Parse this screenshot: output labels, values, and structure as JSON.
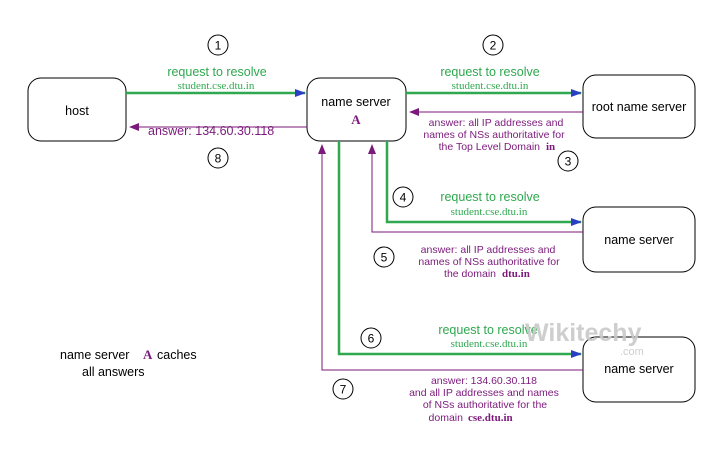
{
  "nodes": {
    "host": "host",
    "ns_a_line1": "name server",
    "ns_a_letter": "A",
    "root": "root name server",
    "tld": "name server",
    "auth": "name server"
  },
  "steps": {
    "s1": "1",
    "s2": "2",
    "s3": "3",
    "s4": "4",
    "s5": "5",
    "s6": "6",
    "s7": "7",
    "s8": "8"
  },
  "messages": {
    "m1_line1": "request to resolve",
    "m1_line2": "student.cse.dtu.in",
    "m2_line1": "request to resolve",
    "m2_line2": "student.cse.dtu.in",
    "m3_line1": "answer: all IP addresses and",
    "m3_line2": "names of NSs authoritative for",
    "m3_line3": "the Top Level Domain",
    "m3_tld": "in",
    "m4_line1": "request to resolve",
    "m4_line2": "student.cse.dtu.in",
    "m5_line1": "answer: all IP addresses and",
    "m5_line2": "names of NSs authoritative for",
    "m5_line3": "the domain",
    "m5_domain": "dtu.in",
    "m6_line1": "request to resolve",
    "m6_line2": "student.cse.dtu.in",
    "m7_line1": "answer: 134.60.30.118",
    "m7_line2": "and all IP addresses and names",
    "m7_line3": "of NSs authoritative for the",
    "m7_line4": "domain",
    "m7_domain": "cse.dtu.in",
    "m8": "answer: 134.60.30.118"
  },
  "note": {
    "prefix": "name server",
    "letter": "A",
    "suffix": "caches",
    "line2": "all answers"
  },
  "watermark": {
    "brand": "Wikitechy",
    "tld": ".com"
  },
  "colors": {
    "request_arrow": "#2fa84f",
    "answer_arrow": "#7b1a7b",
    "request_text": "#2fa84f",
    "answer_text": "#7b1a7b",
    "to_root_arrow": "#2b3fc4"
  }
}
